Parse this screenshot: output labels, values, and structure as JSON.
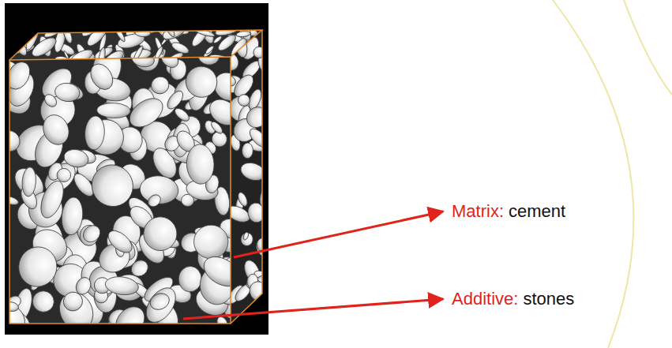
{
  "diagram": {
    "labels": [
      "Matrix:",
      "cement",
      "Additive:",
      "stones"
    ]
  }
}
